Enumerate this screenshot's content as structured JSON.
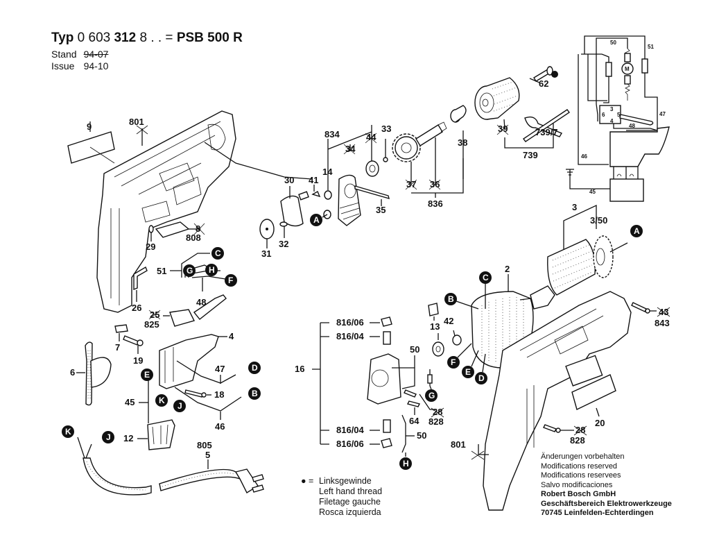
{
  "header": {
    "typ_label": "Typ",
    "typ_number_a": "0 603",
    "typ_number_b": "312",
    "typ_number_c": "8 . . =",
    "model": "PSB 500 R",
    "stand_label": "Stand",
    "stand_value": "94-07",
    "issue_label": "Issue",
    "issue_value": "94-10"
  },
  "parts": {
    "p9": "9",
    "p801a": "801",
    "p29": "29",
    "p808": "808",
    "p8": "8",
    "p30": "30",
    "p41": "41",
    "p14": "14",
    "p834": "834",
    "p34": "34",
    "p44": "44",
    "p33": "33",
    "p35": "35",
    "p31": "31",
    "p32": "32",
    "p37": "37",
    "p36": "36",
    "p836": "836",
    "p38": "38",
    "p39": "39",
    "p739": "739",
    "p739_7": "739/7",
    "p62": "62",
    "p51": "51",
    "p48": "48",
    "p26": "26",
    "p25": "25",
    "p825": "825",
    "p4": "4",
    "p7": "7",
    "p19": "19",
    "p6": "6",
    "p47": "47",
    "p18": "18",
    "p45": "45",
    "p46": "46",
    "p12": "12",
    "p805": "805",
    "p5": "5",
    "p816_06a": "816/06",
    "p816_04a": "816/04",
    "p16": "16",
    "p50a": "50",
    "p13": "13",
    "p42": "42",
    "p64": "64",
    "p28a": "28",
    "p828a": "828",
    "p816_04b": "816/04",
    "p816_06b": "816/06",
    "p50b": "50",
    "p2": "2",
    "p3": "3",
    "p3_50": "3/50",
    "p43": "43",
    "p843": "843",
    "p20": "20",
    "p28b": "28",
    "p828b": "828",
    "p801b": "801"
  },
  "callouts": {
    "A": "A",
    "B": "B",
    "C": "C",
    "D": "D",
    "E": "E",
    "F": "F",
    "G": "G",
    "H": "H",
    "J": "J",
    "K": "K"
  },
  "wiring": {
    "w50": "50",
    "w51": "51",
    "motor": "M",
    "t3": "3",
    "t4": "4",
    "t5": "5",
    "t6": "6",
    "w47": "47",
    "w48": "48",
    "w46": "46",
    "w45": "45"
  },
  "legend": {
    "symbol": "● =",
    "lines": [
      "Linksgewinde",
      "Left hand thread",
      "Filetage gauche",
      "Rosca izquierda"
    ]
  },
  "footer": {
    "notes": [
      "Änderungen vorbehalten",
      "Modifications reserved",
      "Modifications reservees",
      "Salvo modificaciones"
    ],
    "company": [
      "Robert Bosch GmbH",
      "Geschäftsbereich Elektrowerkzeuge",
      "70745 Leinfelden-Echterdingen"
    ]
  }
}
